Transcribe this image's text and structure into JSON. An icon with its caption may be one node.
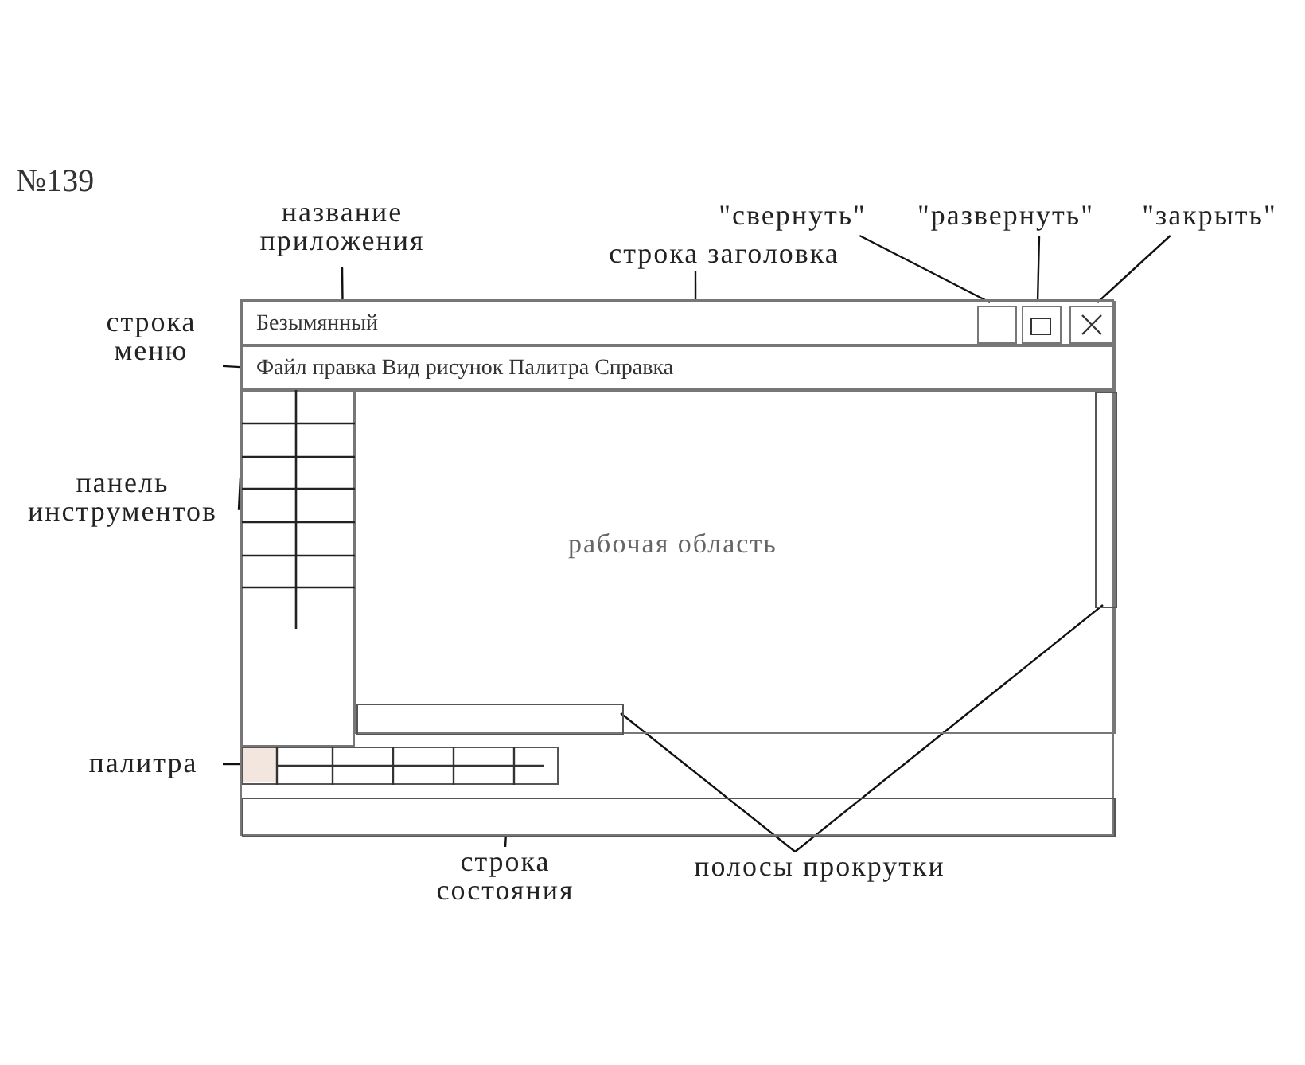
{
  "diagram": {
    "nodes": [
      {
        "text": [],
        "shape": "box"
      },
      {
        "text": [
          "Безымянный"
        ],
        "in": 0
      },
      {
        "text": [],
        "shape": "box",
        "in": 1
      },
      {
        "text": [],
        "shape": "box",
        "in": 1
      },
      {
        "text": [],
        "shape": "box",
        "in": 1
      },
      {
        "text": [
          "Файл правка Вид рисунок Палитра Справка"
        ],
        "in": 0
      },
      {
        "text": [],
        "shape": "box",
        "in": 0
      },
      {
        "text": [
          "рабочая область"
        ],
        "in": 0
      },
      {
        "text": [],
        "shape": "bar",
        "in": 7
      },
      {
        "text": [],
        "shape": "bar",
        "in": 7
      },
      {
        "text": [],
        "shape": "bar",
        "in": 0
      },
      {
        "text": [],
        "shape": "bar",
        "in": 0
      },
      {
        "text": [
          "название приложения"
        ]
      },
      {
        "text": [
          "строка заголовка"
        ]
      },
      {
        "text": [
          "\"свернуть\""
        ]
      },
      {
        "text": [
          "\"развернуть\""
        ]
      },
      {
        "text": [
          "\"закрыть\""
        ]
      },
      {
        "text": [
          "строка меню"
        ]
      },
      {
        "text": [
          "панель инструментов"
        ]
      },
      {
        "text": [
          "палитра"
        ]
      },
      {
        "text": [
          "строка состояния"
        ]
      },
      {
        "text": [
          "полосы прокрутки"
        ]
      }
    ],
    "edges": [
      {
        "from": 12,
        "to": 1,
        "arrow": "none"
      },
      {
        "from": 13,
        "to": 1,
        "arrow": "none"
      },
      {
        "from": 14,
        "to": 2,
        "arrow": "none"
      },
      {
        "from": 15,
        "to": 3,
        "arrow": "none"
      },
      {
        "from": 16,
        "to": 4,
        "arrow": "none"
      },
      {
        "from": 17,
        "to": 5,
        "arrow": "none"
      },
      {
        "from": 18,
        "to": 6,
        "arrow": "none"
      },
      {
        "from": 19,
        "to": 10,
        "arrow": "none"
      },
      {
        "from": 20,
        "to": 11,
        "arrow": "none"
      },
      {
        "from": 21,
        "to": 9,
        "arrow": "none"
      },
      {
        "from": 21,
        "to": 8,
        "arrow": "none"
      }
    ],
    "labels": [
      "№139"
    ]
  }
}
